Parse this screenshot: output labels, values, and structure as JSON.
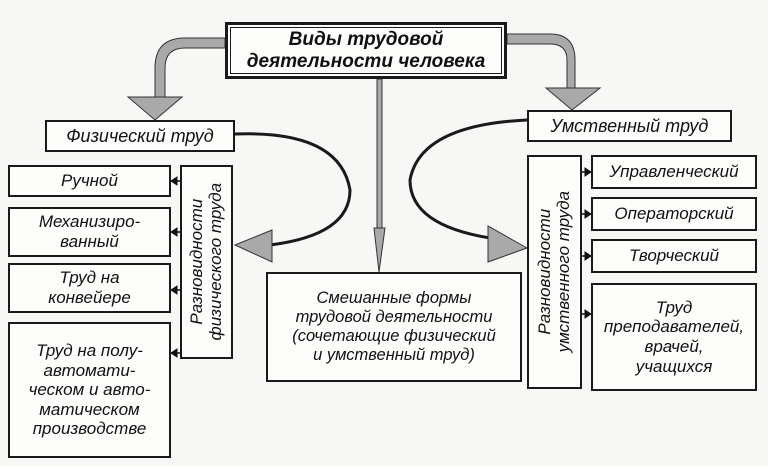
{
  "diagram": {
    "root": {
      "lines": [
        "Виды трудовой",
        "деятельности человека"
      ]
    },
    "physical": {
      "title": "Физический труд",
      "category_label": [
        "Разновидности",
        "физического труда"
      ],
      "items": [
        {
          "lines": [
            "Ручной"
          ]
        },
        {
          "lines": [
            "Механизиро-",
            "ванный"
          ]
        },
        {
          "lines": [
            "Труд на",
            "конвейере"
          ]
        },
        {
          "lines": [
            "Труд на полу-",
            "автомати-",
            "ческом и авто-",
            "матическом",
            "производстве"
          ]
        }
      ]
    },
    "mental": {
      "title": "Умственный труд",
      "category_label": [
        "Разновидности",
        "умственного труда"
      ],
      "items": [
        {
          "lines": [
            "Управленческий"
          ]
        },
        {
          "lines": [
            "Операторский"
          ]
        },
        {
          "lines": [
            "Творческий"
          ]
        },
        {
          "lines": [
            "Труд",
            "преподавателей,",
            "врачей,",
            "учащихся"
          ]
        }
      ]
    },
    "mixed": {
      "lines": [
        "Смешанные формы",
        "трудовой деятельности",
        "(сочетающие физический",
        "и умственный труд)"
      ]
    },
    "colors": {
      "arrow_fill": "#a9a9a9",
      "stroke": "#1a1a1a",
      "box_fill": "#fdfdfc"
    }
  }
}
